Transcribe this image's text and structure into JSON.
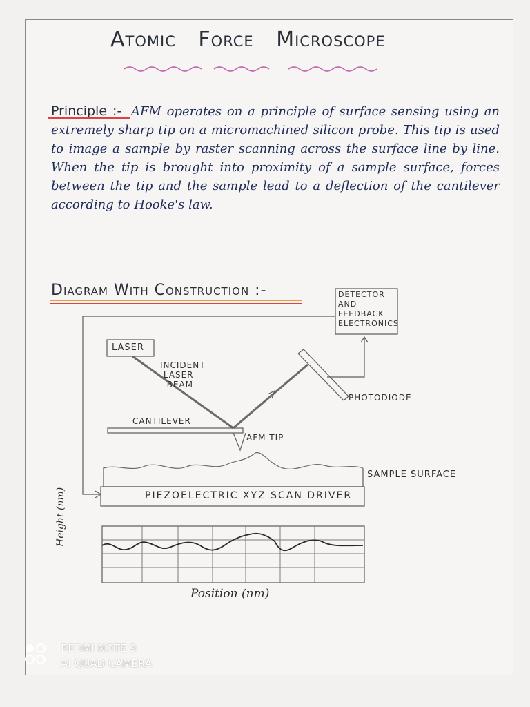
{
  "title": {
    "word1": "Atomic",
    "word2": "Force",
    "word3": "Microscope"
  },
  "principle": {
    "heading": "Principle :-",
    "text": "AFM operates on a principle of surface sensing using an extremely sharp tip on a micromachined silicon probe. This tip is used to image a sample by raster scanning across the surface line by line. When the tip is brought into proximity of a sample surface, forces between the tip and the sample lead to a deflection of the cantilever according to Hooke's law."
  },
  "diagram": {
    "heading": "Diagram With Construction :-",
    "detector": "DETECTOR\nAND\nFEEDBACK\nELECTRONICS",
    "laser": "LASER",
    "incident": "INCIDENT\n LASER\n  BEAM",
    "photodiode": "PHOTODIODE",
    "cantilever": "CANTILEVER",
    "afm_tip": "AFM TIP",
    "sample_surface": "SAMPLE SURFACE",
    "piezo": "PIEZOELECTRIC XYZ SCAN DRIVER"
  },
  "graph": {
    "ylabel": "Height (nm)",
    "xlabel": "Position (nm)"
  },
  "watermark": {
    "line1": "REDMI NOTE 9",
    "line2": "AI QUAD CAMERA"
  },
  "colors": {
    "ink": "#1e2c5a",
    "underline_red": "#e04040",
    "underline_orange": "#e0a040",
    "wavy_pink": "#c06ab0"
  }
}
